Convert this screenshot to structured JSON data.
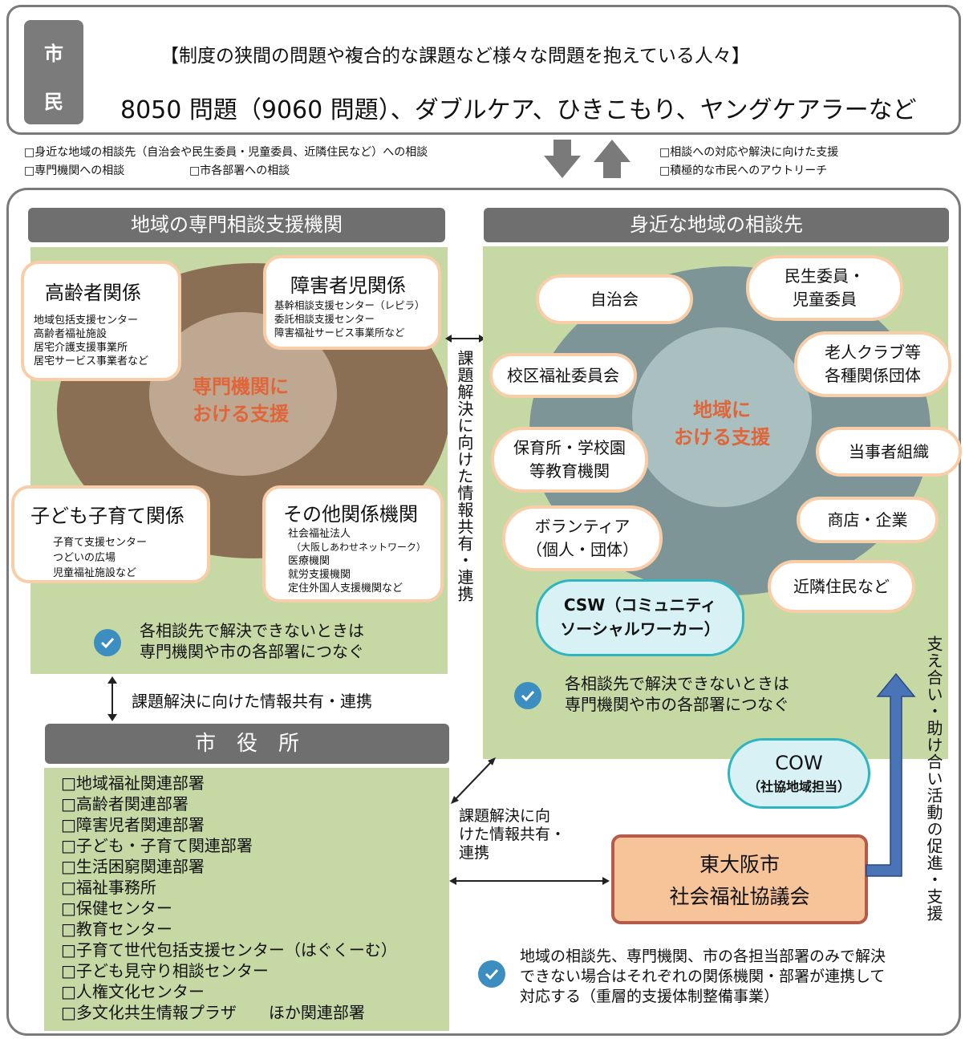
{
  "citizens": {
    "label_chars": [
      "市",
      "民"
    ],
    "heading": "【制度の狭間の問題や複合的な課題など様々な問題を抱えている人々】",
    "problems": "8050 問題（9060 問題）、ダブルケア、ひきこもり、ヤングケアラーなど"
  },
  "flows": {
    "to_consult_left": [
      "□身近な地域の相談先（自治会や民生委員・児童委員、近隣住民など）への相談",
      "□専門機関への相談",
      "□市各部署への相談"
    ],
    "support_right": [
      "□相談への対応や解決に向けた支援",
      "□積極的な市民へのアウトリーチ"
    ],
    "arrow_colors": {
      "down": "#7a7a7a",
      "up": "#7a7a7a"
    }
  },
  "specialized": {
    "header": "地域の専門相談支援機関",
    "center": [
      "専門機関に",
      "おける支援"
    ],
    "categories": [
      {
        "title": "高齢者関係",
        "items": [
          "地域包括支援センター",
          "高齢者福祉施設",
          "居宅介護支援事業所",
          "居宅サービス事業者など"
        ]
      },
      {
        "title": "障害者児関係",
        "items": [
          "基幹相談支援センター（レピラ）",
          "委託相談支援センター",
          "障害福祉サービス事業所など"
        ]
      },
      {
        "title": "子ども子育て関係",
        "items": [
          "子育て支援センター",
          "つどいの広場",
          "児童福祉施設など"
        ]
      },
      {
        "title": "その他関係機関",
        "items": [
          "社会福祉法人",
          "（大阪しあわせネットワーク）",
          "医療機関",
          "就労支援機関",
          "定住外国人支援機関など"
        ]
      }
    ],
    "note": [
      "各相談先で解決できないときは",
      "専門機関や市の各部署につなぐ"
    ],
    "colors": {
      "outer_ring": "#8b6f55",
      "inner": "#bfa892",
      "text": "#e0663a"
    }
  },
  "vertical_link": "課題解決に向けた情報共有・連携",
  "local": {
    "header": "身近な地域の相談先",
    "center": [
      "地域に",
      "おける支援"
    ],
    "places": [
      "自治会",
      "民生委員・\n児童委員",
      "老人クラブ等\n各種関係団体",
      "校区福祉委員会",
      "当事者組織",
      "保育所・学校園\n等教育機関",
      "商店・企業",
      "ボランティア\n（個人・団体）",
      "近隣住民など"
    ],
    "csw": [
      "CSW（コミュニティ",
      "ソーシャルワーカー）"
    ],
    "note": [
      "各相談先で解決できないときは",
      "専門機関や市の各部署につなぐ"
    ],
    "colors": {
      "circle": "#7d9596",
      "inner": "#a9bfc0",
      "text": "#e0663a"
    }
  },
  "horizontal_link": "課題解決に向けた情報共有・連携",
  "city_hall": {
    "header": "市　役　所",
    "items": [
      "□地域福祉関連部署",
      "□高齢者関連部署",
      "□障害児者関連部署",
      "□子ども・子育て関連部署",
      "□生活困窮関連部署",
      "□福祉事務所",
      "□保健センター",
      "□教育センター",
      "□子育て世代包括支援センター（はぐくーむ）",
      "□子ども見守り相談センター",
      "□人権文化センター",
      "□多文化共生情報プラザ　　ほか関連部署"
    ]
  },
  "diagonal_link": [
    "課題解決に向",
    "けた情報共有・",
    "連携"
  ],
  "cow": {
    "title": "COW",
    "subtitle": "（社協地域担当）"
  },
  "council": {
    "lines": [
      "東大阪市",
      "社会福祉協議会"
    ],
    "color": "#f7c49a",
    "border": "#b65a4a"
  },
  "side_vertical": "支え合い・助け合い活動の促進・支援",
  "bottom_note": [
    "地域の相談先、専門機関、市の各担当部署のみで解決",
    "できない場合はそれぞれの関係機関・部署が連携して",
    "対応する（重層的支援体制整備事業）"
  ]
}
